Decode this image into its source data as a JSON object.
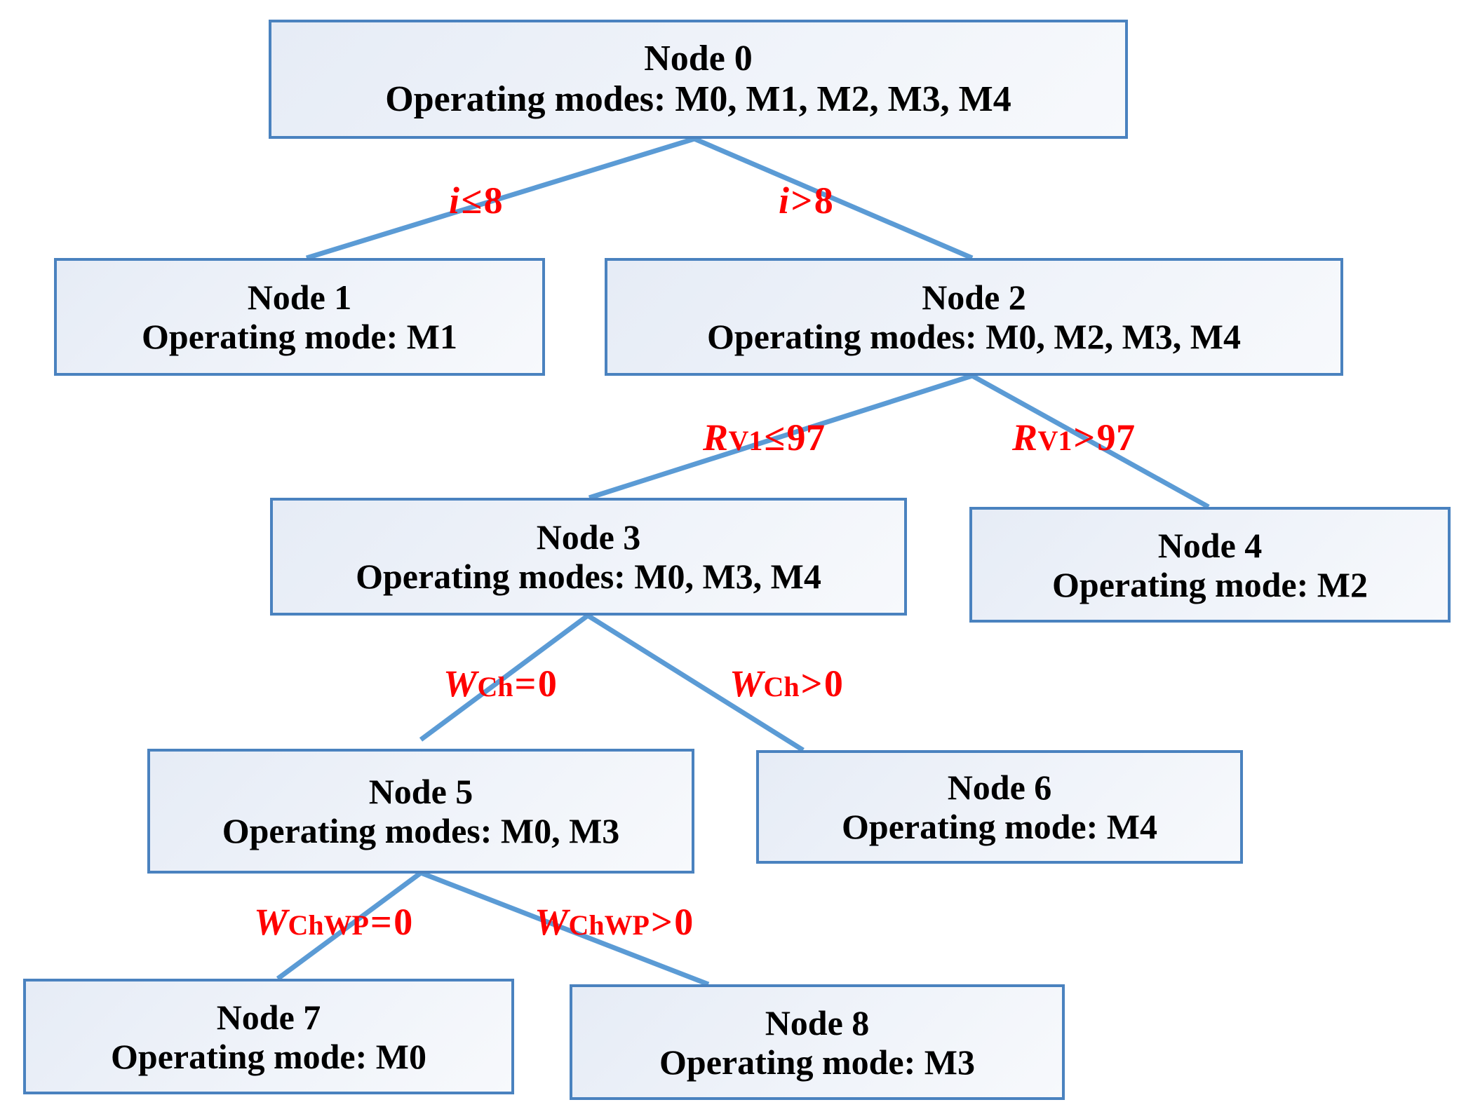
{
  "diagram": {
    "title": "Operating-mode decision tree",
    "colors": {
      "node_border": "#4a82bf",
      "node_fill_light": "#f7f9fc",
      "node_fill_dark": "#e6ecf6",
      "edge_line": "#5b9bd5",
      "label_text": "#ff0000",
      "node_text": "#000000",
      "background": "#ffffff"
    }
  },
  "nodes": [
    {
      "id": "node0",
      "title": "Node 0",
      "detail": "Operating modes: M0, M1, M2, M3, M4"
    },
    {
      "id": "node1",
      "title": "Node 1",
      "detail": "Operating mode: M1"
    },
    {
      "id": "node2",
      "title": "Node 2",
      "detail": "Operating modes: M0, M2, M3, M4"
    },
    {
      "id": "node3",
      "title": "Node 3",
      "detail": "Operating modes: M0, M3, M4"
    },
    {
      "id": "node4",
      "title": "Node 4",
      "detail": "Operating mode: M2"
    },
    {
      "id": "node5",
      "title": "Node 5",
      "detail": "Operating modes: M0, M3"
    },
    {
      "id": "node6",
      "title": "Node 6",
      "detail": "Operating mode: M4"
    },
    {
      "id": "node7",
      "title": "Node 7",
      "detail": "Operating mode: M0"
    },
    {
      "id": "node8",
      "title": "Node 8",
      "detail": "Operating mode: M3"
    }
  ],
  "edge_labels": [
    {
      "id": "e0l",
      "var": "i",
      "sub": "",
      "op": "≤",
      "value": "8",
      "full": "i ≤ 8"
    },
    {
      "id": "e0r",
      "var": "i",
      "sub": "",
      "op": ">",
      "value": "8",
      "full": "i > 8"
    },
    {
      "id": "e2l",
      "var": "R",
      "sub": "V1",
      "op": "≤",
      "value": "97",
      "full": "RV1 ≤ 97"
    },
    {
      "id": "e2r",
      "var": "R",
      "sub": "V1",
      "op": ">",
      "value": "97",
      "full": "RV1 > 97"
    },
    {
      "id": "e3l",
      "var": "W",
      "sub": "Ch",
      "op": "=",
      "value": "0",
      "full": "WCh = 0"
    },
    {
      "id": "e3r",
      "var": "W",
      "sub": "Ch",
      "op": ">",
      "value": "0",
      "full": "WCh > 0"
    },
    {
      "id": "e5l",
      "var": "W",
      "sub": "ChWP",
      "op": "=",
      "value": "0",
      "full": "WChWP = 0"
    },
    {
      "id": "e5r",
      "var": "W",
      "sub": "ChWP",
      "op": ">",
      "value": "0",
      "full": "WChWP > 0"
    }
  ]
}
